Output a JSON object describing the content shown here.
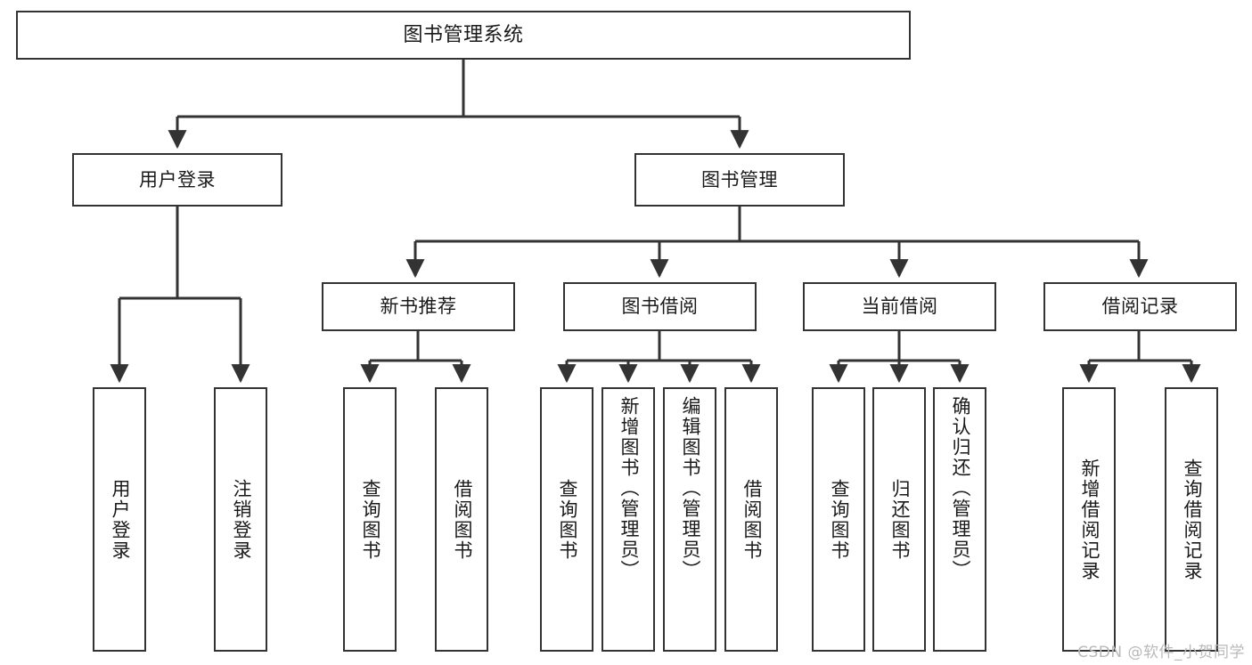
{
  "diagram": {
    "title": "图书管理系统",
    "type": "tree",
    "root": {
      "label": "图书管理系统"
    },
    "level2": [
      {
        "label": "用户登录"
      },
      {
        "label": "图书管理"
      }
    ],
    "level3": [
      {
        "label": "新书推荐"
      },
      {
        "label": "图书借阅"
      },
      {
        "label": "当前借阅"
      },
      {
        "label": "借阅记录"
      }
    ],
    "leaves": {
      "user_login": [
        {
          "label": "用户登录"
        },
        {
          "label": "注销登录"
        }
      ],
      "new_book_recommend": [
        {
          "label": "查询图书"
        },
        {
          "label": "借阅图书"
        }
      ],
      "book_borrow": [
        {
          "label": "查询图书"
        },
        {
          "label": "新增图书（管理员）"
        },
        {
          "label": "编辑图书（管理员）"
        },
        {
          "label": "借阅图书"
        }
      ],
      "current_borrow": [
        {
          "label": "查询图书"
        },
        {
          "label": "归还图书"
        },
        {
          "label": "确认归还（管理员）"
        }
      ],
      "borrow_record": [
        {
          "label": "新增借阅记录"
        },
        {
          "label": "查询借阅记录"
        }
      ]
    }
  },
  "watermark": {
    "text": "CSDN @软件_小贺同学"
  },
  "colors": {
    "border": "#333333",
    "background": "#ffffff",
    "text": "#1a1a1a",
    "watermark": "#b9b9b9"
  }
}
